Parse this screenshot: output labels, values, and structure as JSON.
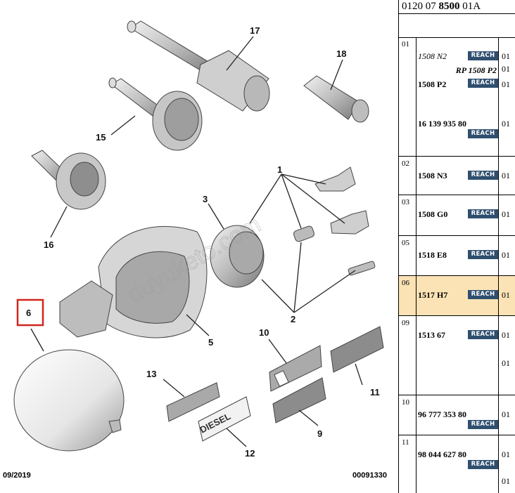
{
  "diagram": {
    "callouts": [
      "17",
      "18",
      "15",
      "16",
      "1",
      "3",
      "5",
      "2",
      "6",
      "10",
      "11",
      "13",
      "9",
      "12"
    ],
    "decal_diesel": "DIESEL",
    "date": "09/2019",
    "ref": "00091330",
    "watermark": "duyuketo.com",
    "selected_callout": "6"
  },
  "panel": {
    "code": "0120 07 8500 01A",
    "code_parts": [
      "0120 07 ",
      "8500",
      " 01A"
    ],
    "reach_label": "REACH",
    "rows": [
      {
        "idx": "01",
        "lines": [
          "1508 N2",
          "RP 1508 P2",
          "1508 P2",
          "16 139 935 80"
        ],
        "qty": [
          "01",
          "01",
          "01",
          "01"
        ]
      },
      {
        "idx": "02",
        "lines": [
          "1508 N3"
        ],
        "qty": [
          "01"
        ]
      },
      {
        "idx": "03",
        "lines": [
          "1508 G0"
        ],
        "qty": [
          "01"
        ]
      },
      {
        "idx": "05",
        "lines": [
          "1518 E8"
        ],
        "qty": [
          "01"
        ]
      },
      {
        "idx": "06",
        "lines": [
          "1517 H7"
        ],
        "qty": [
          "01"
        ],
        "highlight": true
      },
      {
        "idx": "09",
        "lines": [
          "1513 67"
        ],
        "qty": [
          "01",
          "01"
        ]
      },
      {
        "idx": "10",
        "lines": [
          "96 777 353 80"
        ],
        "qty": [
          "01"
        ]
      },
      {
        "idx": "11",
        "lines": [
          "98 044 627 80"
        ],
        "qty": [
          "01",
          "01"
        ]
      }
    ]
  }
}
